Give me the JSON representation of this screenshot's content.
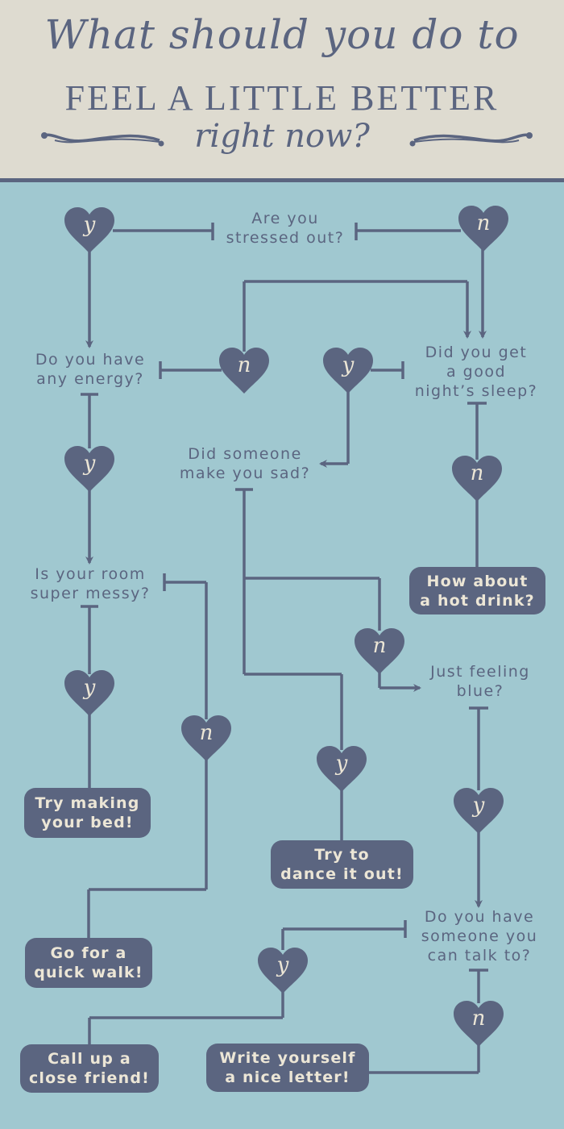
{
  "title": {
    "line1": "What should you do to",
    "line2": "FEEL A LITTLE BETTER",
    "line3": "right now?"
  },
  "colors": {
    "header_bg": "#dedbd0",
    "body_bg": "#a0c8d0",
    "ink": "#5b6580",
    "cream": "#ece6d6"
  },
  "questions": {
    "stressed": [
      "Are you",
      "stressed out?"
    ],
    "energy": [
      "Do you have",
      "any energy?"
    ],
    "sleep": [
      "Did you get",
      "a good",
      "night’s sleep?"
    ],
    "sad": [
      "Did someone",
      "make you sad?"
    ],
    "room": [
      "Is your room",
      "super messy?"
    ],
    "blue": [
      "Just feeling",
      "blue?"
    ],
    "talk": [
      "Do you have",
      "someone you",
      "can talk to?"
    ]
  },
  "answers": {
    "hot_drink": [
      "How about",
      "a hot drink?"
    ],
    "make_bed": [
      "Try making",
      "your bed!"
    ],
    "dance": [
      "Try to",
      "dance it out!"
    ],
    "walk": [
      "Go for a",
      "quick walk!"
    ],
    "call_friend": [
      "Call up a",
      "close friend!"
    ],
    "letter": [
      "Write yourself",
      "a nice letter!"
    ]
  },
  "hearts": {
    "yes": "y",
    "no": "n"
  }
}
